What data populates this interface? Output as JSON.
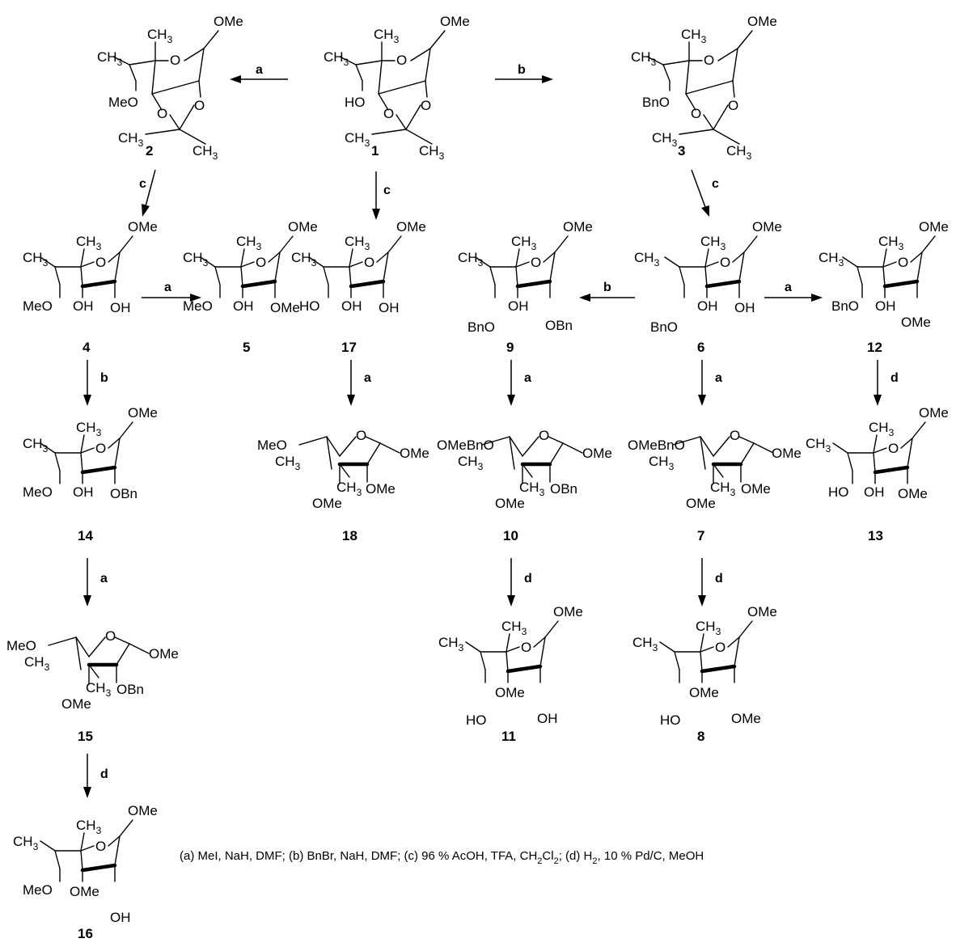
{
  "compound_numbers": {
    "c1": "1",
    "c2": "2",
    "c3": "3",
    "c4": "4",
    "c5": "5",
    "c6": "6",
    "c7": "7",
    "c8": "8",
    "c9": "9",
    "c10": "10",
    "c11": "11",
    "c12": "12",
    "c13": "13",
    "c14": "14",
    "c15": "15",
    "c16": "16",
    "c17": "17",
    "c18": "18"
  },
  "step_labels": {
    "a": "a",
    "b": "b",
    "c": "c",
    "d": "d"
  },
  "atom_labels": {
    "OMe": "OMe",
    "CH3": "CH",
    "sub3": "3",
    "O": "O",
    "HO": "HO",
    "OH": "OH",
    "MeO": "MeO",
    "BnO": "BnO",
    "OBn": "OBn",
    "MeOCH3": "MeO",
    "OMeBn": "OMeBnO",
    "BnOlab": "BnO"
  },
  "footnote": {
    "p1": "(a) MeI, NaH, DMF; (b) BnBr, NaH, DMF; (c) 96 % AcOH, TFA, CH",
    "p2": "2",
    "p3": "Cl",
    "p4": "2",
    "p5": "; (d) H",
    "p6": "2",
    "p7": ", 10 % Pd/C, MeOH"
  }
}
